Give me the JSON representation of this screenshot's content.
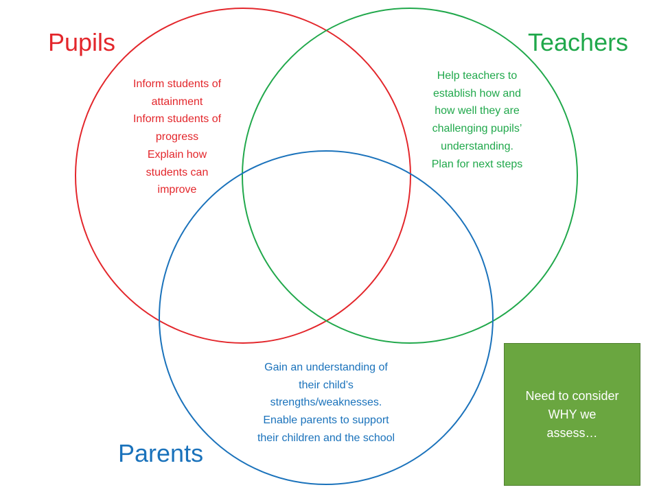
{
  "colors": {
    "pupils": "#e3262b",
    "teachers": "#20a84b",
    "parents": "#1a72bb",
    "callout_bg": "#6aa640",
    "callout_text": "#ffffff"
  },
  "labels": {
    "pupils": "Pupils",
    "teachers": "Teachers",
    "parents": "Parents"
  },
  "pupils_points": [
    "Inform students of",
    "attainment",
    "Inform students of",
    "progress",
    "Explain how",
    "students can",
    "improve"
  ],
  "teachers_points": [
    "Help teachers to",
    "establish how and",
    "how well they are",
    "challenging pupils’",
    "understanding.",
    "Plan for next steps"
  ],
  "parents_points": [
    "Gain an understanding of",
    "their child’s",
    "strengths/weaknesses.",
    "Enable parents to support",
    "their children and the school"
  ],
  "callout": [
    "Need to consider",
    "WHY we",
    "assess…"
  ]
}
